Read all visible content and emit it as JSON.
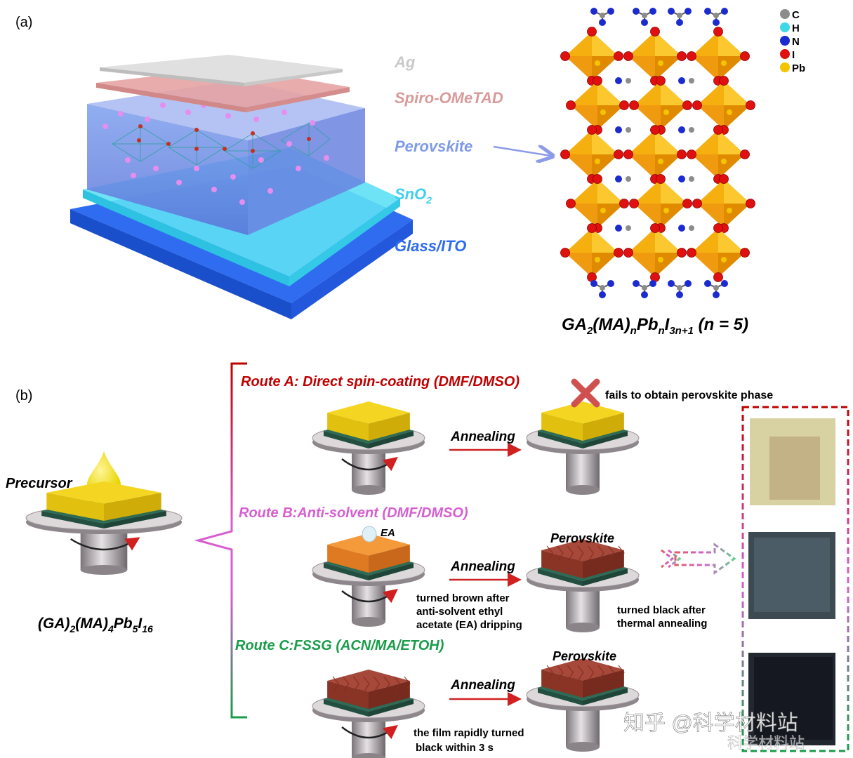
{
  "panel_a": {
    "label": "(a)",
    "layers": [
      {
        "key": "ag",
        "text": "Ag",
        "color": "#c9c9c9"
      },
      {
        "key": "spiro",
        "text": "Spiro-OMeTAD",
        "color": "#d99a9a"
      },
      {
        "key": "perovskite",
        "text": "Perovskite",
        "color": "#7f9be6"
      },
      {
        "key": "sno2",
        "text": "SnO",
        "sub": "2",
        "color": "#3fd0ef"
      },
      {
        "key": "glass",
        "text": "Glass/ITO",
        "color": "#2f6cf0"
      }
    ],
    "legend": [
      {
        "element": "C",
        "color": "#8c8c8c"
      },
      {
        "element": "H",
        "color": "#3fd8e8"
      },
      {
        "element": "N",
        "color": "#1b2bd0"
      },
      {
        "element": "I",
        "color": "#e01010"
      },
      {
        "element": "Pb",
        "color": "#f5c400"
      }
    ],
    "formula": {
      "p1": "GA",
      "s1": "2",
      "p2": "(MA)",
      "s2": "n",
      "p3": "Pb",
      "s3": "n",
      "p4": "I",
      "s4": "3n+1",
      "p5": " (n = 5)"
    }
  },
  "panel_b": {
    "label": "(b)",
    "precursor_label": "Precursor",
    "precursor_formula": {
      "p1": "(GA)",
      "s1": "2",
      "p2": "(MA)",
      "s2": "4",
      "p3": "Pb",
      "s3": "5",
      "p4": "I",
      "s4": "16"
    },
    "route_a": {
      "title": "Route A: Direct spin-coating (DMF/DMSO)",
      "annealing": "Annealing",
      "fail": "fails to obtain perovskite phase",
      "color": "#c00000"
    },
    "route_b": {
      "title": "Route B:Anti-solvent (DMF/DMSO)",
      "annealing": "Annealing",
      "ea": "EA",
      "product": "Perovskite",
      "note1": [
        "turned brown after",
        "anti-solvent ethyl",
        "acetate (EA) dripping"
      ],
      "note2": [
        "turned black after",
        "thermal annealing"
      ],
      "color": "#d65fd0"
    },
    "route_c": {
      "title": "Route C:FSSG (ACN/MA/ETOH)",
      "annealing": "Annealing",
      "product": "Perovskite",
      "note": [
        "the film rapidly turned",
        "black within 3 s"
      ],
      "color": "#1a9c4a"
    },
    "watermark": [
      "知乎 @科学材料站",
      "科学材料站"
    ]
  }
}
